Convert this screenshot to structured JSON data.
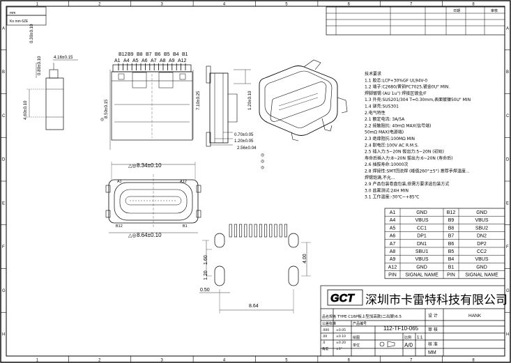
{
  "frame": {
    "columns": [
      "1",
      "2",
      "3",
      "4",
      "5",
      "6",
      "7",
      "8"
    ],
    "rows": [
      "A",
      "B",
      "C",
      "D",
      "E",
      "F",
      "G",
      "H"
    ],
    "corner_label": "mm",
    "corner_label2": "Ko mm 6ZE"
  },
  "revision_header": [
    "",
    "",
    "",
    "",
    "日期",
    "",
    "审核"
  ],
  "side_view": {
    "dim_416": "4.16±0.15",
    "dim_080": "0.80±0.10",
    "dim_460": "4.60±0.10",
    "dim_030": "0.30±0.10",
    "dim_850": "8.50±0.15",
    "dim_710": "7.10±0.25",
    "pin_top": [
      "B12",
      "B9",
      "B8",
      "B7",
      "B6",
      "B5",
      "B4",
      "B1"
    ],
    "pin_bot": [
      "A1",
      "A4",
      "A5",
      "A6",
      "A7",
      "A8",
      "A9",
      "A12"
    ]
  },
  "front_view": {
    "dim_120": "1.20±0.10",
    "dim_070": "0.70±0.05",
    "dim_120b": "1.20±0.05",
    "dim_256": "2.56±0.04"
  },
  "top_view": {
    "dim_834": "8.34±0.10",
    "dim_864": "8.64±0.10",
    "label_a1": "A1",
    "label_a12": "A12",
    "label_b12": "B12",
    "label_b1": "B1"
  },
  "layout_view": {
    "dim_160": "1.60",
    "dim_120": "1.20",
    "dim_050": "0.50",
    "dim_400": "4.00",
    "dim_864": "8.64"
  },
  "notes": [
    "技术要求",
    "1.1 胶芯:LCP+30%GF UL94V-0",
    "1.2 端子:C2680/黄铜PC7025,镀金0U\" MIN.",
    "         焊脚镀锡 (AU 1u\") 焊接区镀金/F",
    "1.3 外壳:SUS201/304 T=0.30mm,表面镀镍50U\" MIN",
    "1.4 铆壳:SUS301",
    "2.电气特性",
    "2.1 额定电流: 3A/5A",
    "2.2 接触阻抗: 40mΩ MAX(信号端)",
    "                 50mΩ MAX(电源端)",
    "2.3 绝缘阻抗:100MΩ MIN",
    "2.4 耐电压:100V AC R.M.S.",
    "2.5 插入力:5~20N 拔出力:5~20N (初始)",
    "     寿命后插入力:8~20N 拔出力:6~20N (寿命后)",
    "2.6 插拔寿命:10000次",
    "2.8 焊接性:SMT回流焊 (峰值260°±5°) 推荐手焊温度...",
    "     焊锡饱满,不允...",
    "2.9 产品包装卷盘包装,依需方要求选包装方式",
    "3.0 盐雾测试:24H MIN",
    "3.1 工作温度:-30℃~+85℃"
  ],
  "pin_table": {
    "rows": [
      [
        "A1",
        "GND",
        "B12",
        "GND"
      ],
      [
        "A4",
        "VBUS",
        "B9",
        "VBUS"
      ],
      [
        "A5",
        "CC1",
        "B8",
        "SBU2"
      ],
      [
        "A6",
        "DP1",
        "B7",
        "DN2"
      ],
      [
        "A7",
        "DN1",
        "B6",
        "DP2"
      ],
      [
        "A8",
        "SBU1",
        "B5",
        "CC2"
      ],
      [
        "A9",
        "VBUS",
        "B4",
        "VBUS"
      ],
      [
        "A12",
        "GND",
        "B1",
        "GND"
      ]
    ],
    "header": [
      "PIN",
      "SIGNAL NAME",
      "PIN",
      "SIGNAL NAME"
    ]
  },
  "title_block": {
    "company": "深圳市卡雷特科技有限公司",
    "logo": "GCT",
    "desc_label": "品名规格",
    "description": "TYPE C16P板上型加高款(二出脚)6.5",
    "partno_label": "产品编号",
    "part_number": "112-TF10-065",
    "design_label": "设 计",
    "designer": "HANK",
    "check_label": "审 核",
    "approve_label": "核 准",
    "scale_label": "比例",
    "scale": "1:1",
    "drawing_label": "绘图",
    "unit_label": "单位",
    "sheet_label": "A/0",
    "unit": "MM",
    "tol_header": "公差标准",
    "tolerances": [
      [
        ".000",
        "±0.05"
      ],
      [
        ".00",
        "±0.10"
      ],
      [
        ".0",
        "±0.20"
      ],
      [
        "角度",
        "±1°"
      ]
    ]
  }
}
